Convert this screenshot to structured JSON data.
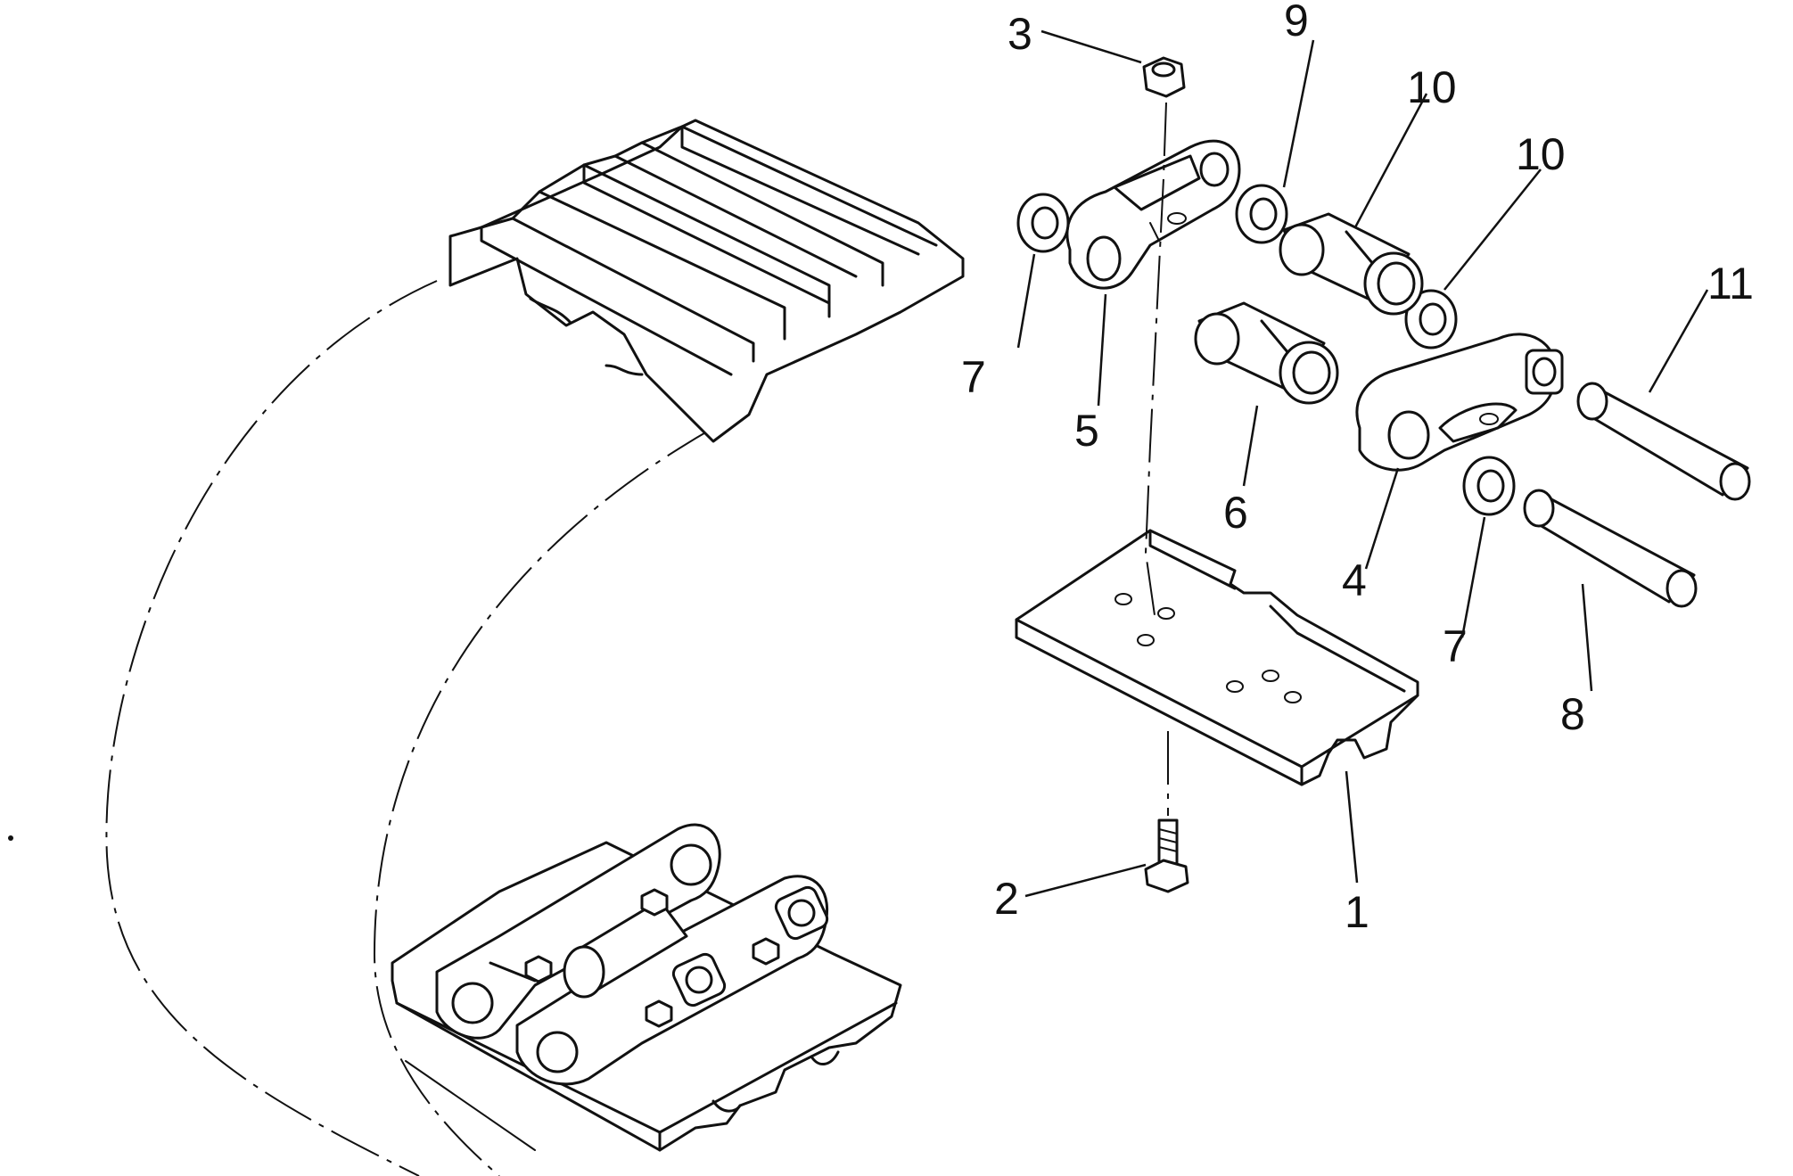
{
  "callouts": [
    {
      "id": "1",
      "label": "1"
    },
    {
      "id": "2",
      "label": "2"
    },
    {
      "id": "3",
      "label": "3"
    },
    {
      "id": "4",
      "label": "4"
    },
    {
      "id": "5",
      "label": "5"
    },
    {
      "id": "6",
      "label": "6"
    },
    {
      "id": "7a",
      "label": "7"
    },
    {
      "id": "7b",
      "label": "7"
    },
    {
      "id": "8",
      "label": "8"
    },
    {
      "id": "9",
      "label": "9"
    },
    {
      "id": "10a",
      "label": "10"
    },
    {
      "id": "10b",
      "label": "10"
    },
    {
      "id": "11",
      "label": "11"
    }
  ]
}
